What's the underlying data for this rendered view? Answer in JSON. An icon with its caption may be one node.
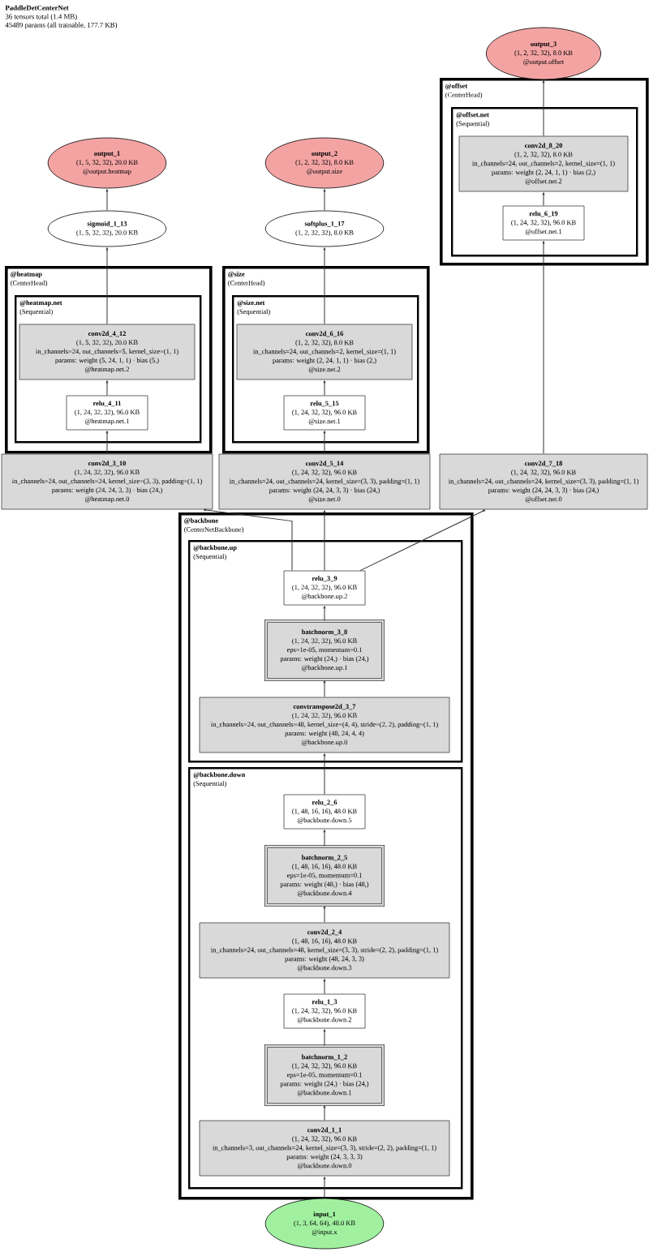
{
  "diagram": {
    "title": "PaddleDetCenterNet",
    "nodes": [
      {
        "text": [
          "output_3",
          "(1, 2, 32, 32), 8.0 KB",
          "@output.offset"
        ]
      },
      {
        "text": [
          "@offset",
          "(CenterHead)"
        ]
      },
      {
        "text": [
          "@offset.net",
          "(Sequential)"
        ],
        "in": 1
      },
      {
        "text": [
          "conv2d_8_20",
          "(1, 2, 32, 32), 8.0 KB",
          "in_channels=24, out_channels=2, kernel_size=(1, 1)",
          "params: weight (2, 24, 1, 1) · bias (2,)",
          "@offset.net.2"
        ],
        "in": 2
      },
      {
        "text": [
          "output_1",
          "(1, 5, 32, 32), 20.0 KB",
          "@output.heatmap"
        ]
      },
      {
        "text": [
          "output_2",
          "(1, 2, 32, 32), 8.0 KB",
          "@output.size"
        ]
      },
      {
        "text": [
          "relu_6_19",
          "(1, 24, 32, 32), 96.0 KB",
          "@offset.net.1"
        ],
        "in": 2
      },
      {
        "text": [
          "sigmoid_1_13",
          "(1, 5, 32, 32), 20.0 KB"
        ]
      },
      {
        "text": [
          "softplus_1_17",
          "(1, 2, 32, 32), 8.0 KB"
        ]
      },
      {
        "text": [
          "@heatmap",
          "(CenterHead)"
        ]
      },
      {
        "text": [
          "@heatmap.net",
          "(Sequential)"
        ],
        "in": 9
      },
      {
        "text": [
          "conv2d_4_12",
          "(1, 5, 32, 32), 20.0 KB",
          "in_channels=24, out_channels=5, kernel_size=(1, 1)",
          "params: weight (5, 24, 1, 1) · bias (5,)",
          "@heatmap.net.2"
        ],
        "in": 10
      },
      {
        "text": [
          "relu_4_11",
          "(1, 24, 32, 32), 96.0 KB",
          "@heatmap.net.1"
        ],
        "in": 10
      },
      {
        "text": [
          "@size",
          "(CenterHead)"
        ]
      },
      {
        "text": [
          "@size.net",
          "(Sequential)"
        ],
        "in": 13
      },
      {
        "text": [
          "conv2d_6_16",
          "(1, 2, 32, 32), 8.0 KB",
          "in_channels=24, out_channels=2, kernel_size=(1, 1)",
          "params: weight (2, 24, 1, 1) · bias (2,)",
          "@size.net.2"
        ],
        "in": 14
      },
      {
        "text": [
          "relu_5_15",
          "(1, 24, 32, 32), 96.0 KB",
          "@size.net.1"
        ],
        "in": 14
      },
      {
        "text": [
          "conv2d_3_10",
          "(1, 24, 32, 32), 96.0 KB",
          "in_channels=24, out_channels=24, kernel_size=(3, 3), padding=(1, 1)",
          "params: weight (24, 24, 3, 3) · bias (24,)",
          "@heatmap.net.0"
        ]
      },
      {
        "text": [
          "conv2d_5_14",
          "(1, 24, 32, 32), 96.0 KB",
          "in_channels=24, out_channels=24, kernel_size=(3, 3), padding=(1, 1)",
          "params: weight (24, 24, 3, 3) · bias (24,)",
          "@size.net.0"
        ]
      },
      {
        "text": [
          "conv2d_7_18",
          "(1, 24, 32, 32), 96.0 KB",
          "in_channels=24, out_channels=24, kernel_size=(3, 3), padding=(1, 1)",
          "params: weight (24, 24, 3, 3) · bias (24,)",
          "@offset.net.0"
        ]
      },
      {
        "text": [
          "@backbone",
          "(CenterNetBackbone)"
        ]
      },
      {
        "text": [
          "@backbone.up",
          "(Sequential)"
        ],
        "in": 20
      },
      {
        "text": [
          "relu_3_9",
          "(1, 24, 32, 32), 96.0 KB",
          "@backbone.up.2"
        ],
        "in": 21
      },
      {
        "text": [
          "batchnorm_3_8",
          "(1, 24, 32, 32), 96.0 KB",
          "eps=1e-05, momentum=0.1",
          "params: weight (24,) · bias (24,)",
          "@backbone.up.1"
        ],
        "in": 21
      },
      {
        "text": [
          "convtranspose2d_3_7",
          "(1, 24, 32, 32), 96.0 KB",
          "in_channels=24, out_channels=48, kernel_size=(4, 4), stride=(2, 2), padding=(1, 1)",
          "params: weight (48, 24, 4, 4)",
          "@backbone.up.0"
        ],
        "in": 21
      },
      {
        "text": [
          "@backbone.down",
          "(Sequential)"
        ],
        "in": 20
      },
      {
        "text": [
          "relu_2_6",
          "(1, 48, 16, 16), 48.0 KB",
          "@backbone.down.5"
        ],
        "in": 25
      },
      {
        "text": [
          "batchnorm_2_5",
          "(1, 48, 16, 16), 48.0 KB",
          "eps=1e-05, momentum=0.1",
          "params: weight (48,) · bias (48,)",
          "@backbone.down.4"
        ],
        "in": 25
      },
      {
        "text": [
          "conv2d_2_4",
          "(1, 48, 16, 16), 48.0 KB",
          "in_channels=24, out_channels=48, kernel_size=(3, 3), stride=(2, 2), padding=(1, 1)",
          "params: weight (48, 24, 3, 3)",
          "@backbone.down.3"
        ],
        "in": 25
      },
      {
        "text": [
          "relu_1_3",
          "(1, 24, 32, 32), 96.0 KB",
          "@backbone.down.2"
        ],
        "in": 25
      },
      {
        "text": [
          "batchnorm_1_2",
          "(1, 24, 32, 32), 96.0 KB",
          "eps=1e-05, momentum=0.1",
          "params: weight (24,) · bias (24,)",
          "@backbone.down.1"
        ],
        "in": 25
      },
      {
        "text": [
          "conv2d_1_1",
          "(1, 24, 32, 32), 96.0 KB",
          "in_channels=3, out_channels=24, kernel_size=(3, 3), stride=(2, 2), padding=(1, 1)",
          "params: weight (24, 3, 3, 3)",
          "@backbone.down.0"
        ],
        "in": 25
      },
      {
        "text": [
          "input_1",
          "(1, 3, 64, 64), 48.0 KB",
          "@input.x"
        ]
      }
    ],
    "edges": [
      {
        "from": 32,
        "to": 31,
        "arrow": "to"
      },
      {
        "from": 31,
        "to": 30,
        "arrow": "to"
      },
      {
        "from": 30,
        "to": 29,
        "arrow": "to"
      },
      {
        "from": 29,
        "to": 28,
        "arrow": "to"
      },
      {
        "from": 28,
        "to": 27,
        "arrow": "to"
      },
      {
        "from": 27,
        "to": 26,
        "arrow": "to"
      },
      {
        "from": 26,
        "to": 24,
        "arrow": "to"
      },
      {
        "from": 24,
        "to": 23,
        "arrow": "to"
      },
      {
        "from": 23,
        "to": 22,
        "arrow": "to"
      },
      {
        "from": 22,
        "to": 17,
        "arrow": "to"
      },
      {
        "from": 22,
        "to": 18,
        "arrow": "to"
      },
      {
        "from": 22,
        "to": 19,
        "arrow": "to"
      },
      {
        "from": 17,
        "to": 12,
        "arrow": "to"
      },
      {
        "from": 12,
        "to": 11,
        "arrow": "to"
      },
      {
        "from": 11,
        "to": 7,
        "arrow": "to"
      },
      {
        "from": 7,
        "to": 4,
        "arrow": "to"
      },
      {
        "from": 18,
        "to": 16,
        "arrow": "to"
      },
      {
        "from": 16,
        "to": 15,
        "arrow": "to"
      },
      {
        "from": 15,
        "to": 8,
        "arrow": "to"
      },
      {
        "from": 8,
        "to": 5,
        "arrow": "to"
      },
      {
        "from": 19,
        "to": 6,
        "arrow": "to"
      },
      {
        "from": 6,
        "to": 3,
        "arrow": "to"
      },
      {
        "from": 3,
        "to": 0,
        "arrow": "to"
      }
    ],
    "labels": [
      "36 tensors total (1.4 MB)",
      "45489 params (all trainable, 177.7 KB)"
    ]
  }
}
